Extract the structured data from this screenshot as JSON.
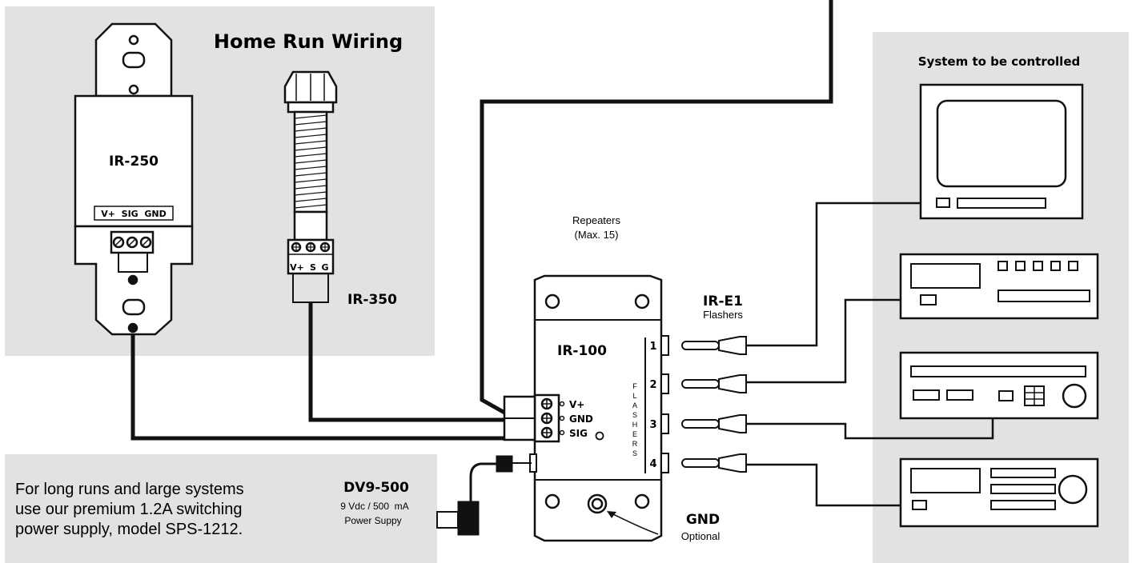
{
  "home_run": {
    "title": "Home Run Wiring"
  },
  "ir250": {
    "model": "IR-250",
    "terminal_label": "V+  SIG  GND"
  },
  "ir350": {
    "model": "IR-350",
    "terminal_labels": [
      "V+",
      "S",
      "G"
    ]
  },
  "repeaters_note": {
    "line1": "Repeaters",
    "line2": "(Max. 15)"
  },
  "ir100": {
    "model": "IR-100",
    "terminals": [
      "V+",
      "GND",
      "SIG"
    ],
    "ports": [
      "1",
      "2",
      "3",
      "4"
    ],
    "flashers_vertical": [
      "F",
      "L",
      "A",
      "S",
      "H",
      "E",
      "R",
      "S"
    ]
  },
  "flashers": {
    "model": "IR-E1",
    "label": "Flashers"
  },
  "gnd_note": {
    "title": "GND",
    "sub": "Optional"
  },
  "system": {
    "title": "System to be controlled"
  },
  "power_note": {
    "lines": [
      "For long runs and large systems",
      "use our premium 1.2A switching",
      "power supply, model SPS-1212."
    ]
  },
  "power_supply": {
    "model": "DV9-500",
    "spec": "9 Vdc / 500  mA",
    "label": "Power Suppy"
  }
}
